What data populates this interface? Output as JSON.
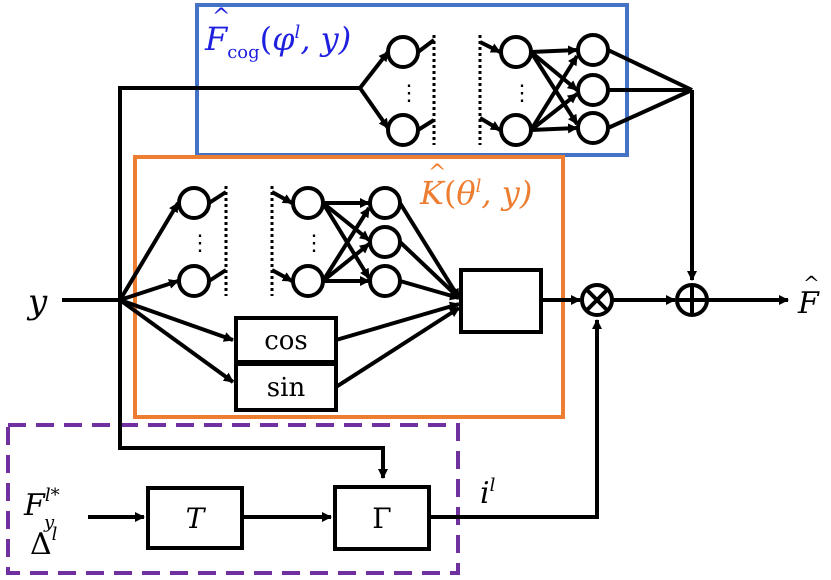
{
  "colors": {
    "blue": "#4472c4",
    "orange": "#ed7d31",
    "purple": "#7030a0",
    "stroke": "#000000",
    "blue_text": "#1f1fe0",
    "orange_text": "#ed7d31"
  },
  "labels": {
    "input_y": "y",
    "output_f": "F",
    "output_f_hat": "^",
    "blue_block": {
      "hat": "^",
      "F": "F",
      "sub": "cog",
      "args_open": "(",
      "phi": "φ",
      "sup": "l",
      "args_rest": ", y)"
    },
    "orange_block": {
      "hat": "^",
      "K": "K",
      "args_open": "(",
      "theta": "θ",
      "sup": "l",
      "args_rest": ", y)"
    },
    "cos": "cos",
    "sin": "sin",
    "T": "T",
    "Gamma": "Γ",
    "current": {
      "i": "i",
      "sup": "l"
    },
    "input_F": {
      "F": "F",
      "sup": "l*",
      "sub": "y"
    },
    "input_delta": {
      "D": "Δ",
      "sup": "l"
    },
    "multiply_symbol": "⊗",
    "add_symbol": "⊕"
  }
}
